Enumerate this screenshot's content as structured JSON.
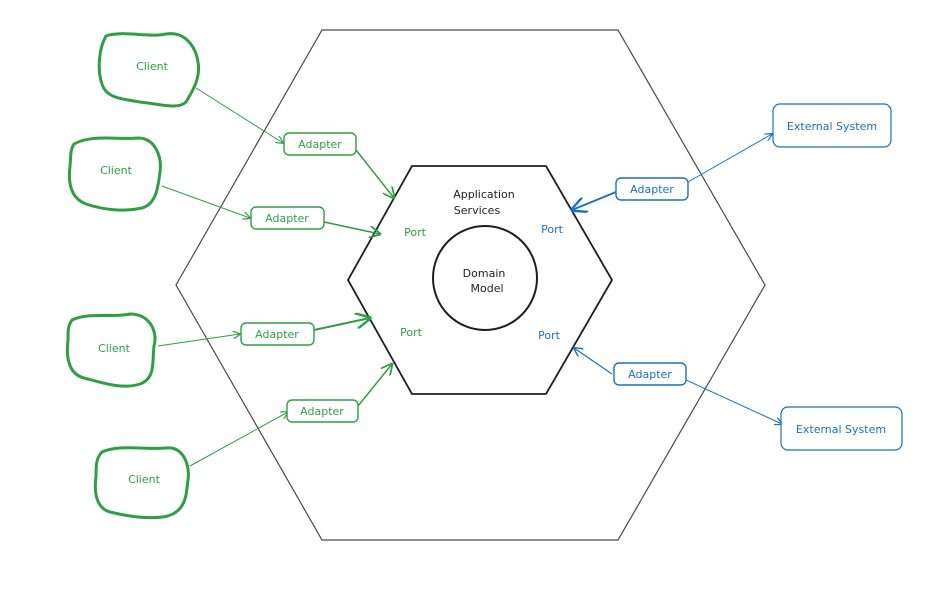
{
  "colors": {
    "green": "#2f9e44",
    "blue": "#1971c2",
    "outline": "#1e1e1e"
  },
  "inner": {
    "title_line1": "Application",
    "title_line2": "Services",
    "domain_line1": "Domain",
    "domain_line2": "Model"
  },
  "ports": {
    "green_top": "Port",
    "green_bottom": "Port",
    "blue_top": "Port",
    "blue_bottom": "Port"
  },
  "clients": [
    {
      "label": "Client"
    },
    {
      "label": "Client"
    },
    {
      "label": "Client"
    },
    {
      "label": "Client"
    }
  ],
  "green_adapters": [
    {
      "label": "Adapter"
    },
    {
      "label": "Adapter"
    },
    {
      "label": "Adapter"
    },
    {
      "label": "Adapter"
    }
  ],
  "blue_adapters": [
    {
      "label": "Adapter"
    },
    {
      "label": "Adapter"
    }
  ],
  "external_systems": [
    {
      "label": "External System"
    },
    {
      "label": "External System"
    }
  ]
}
